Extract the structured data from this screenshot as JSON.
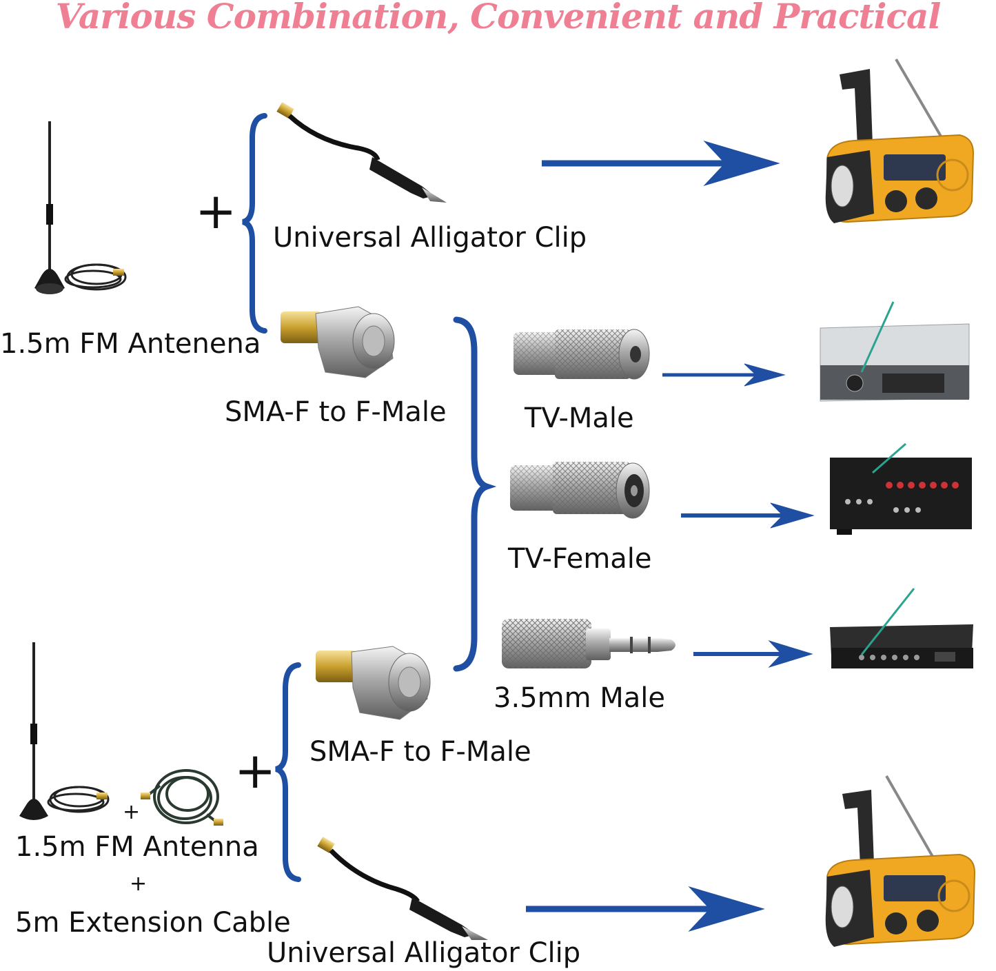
{
  "title": "Various Combination, Convenient and Practical",
  "colors": {
    "title": "#ef7f93",
    "brace_arrow": "#1f4fa3",
    "radio_body": "#f0a822",
    "device_dark": "#2a2a2a"
  },
  "plus_sign": "+",
  "left_items": {
    "antenna_top": "1.5m FM Antenena",
    "antenna_bottom": "1.5m FM Antenna",
    "inner_plus": "+",
    "extension": "5m Extension Cable"
  },
  "adapters": {
    "alligator_top": "Universal Alligator Clip",
    "sma_top": "SMA-F to F-Male",
    "sma_bottom": "SMA-F to F-Male",
    "alligator_bottom": "Universal Alligator Clip"
  },
  "connectors": {
    "tv_male": "TV-Male",
    "tv_female": "TV-Female",
    "jack_35": "3.5mm Male"
  },
  "icons": [
    "antenna-icon",
    "alligator-clip-icon",
    "sma-adapter-icon",
    "tv-male-plug-icon",
    "tv-female-plug-icon",
    "jack-plug-icon",
    "hand-crank-radio-icon",
    "tuner-box-icon",
    "av-receiver-icon",
    "dvd-player-icon",
    "extension-cable-icon"
  ]
}
